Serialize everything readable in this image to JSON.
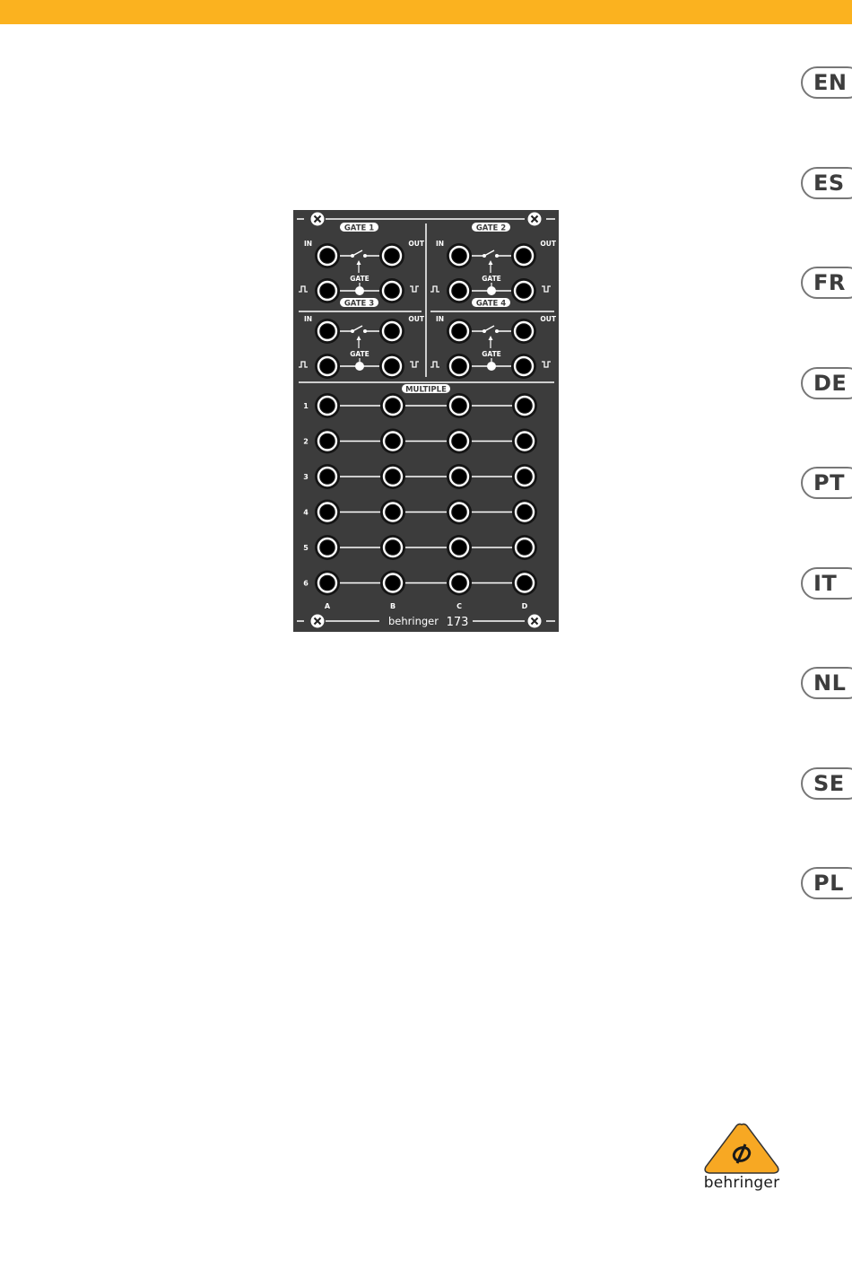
{
  "colors": {
    "accent_bar": "#fbb21f",
    "panel": "#3c3c3c",
    "panel_ink": "#ffffff",
    "tab_border": "#777777",
    "tab_text": "#3d3d3d",
    "logo_triangle": "#f7a823"
  },
  "language_tabs": [
    "EN",
    "ES",
    "FR",
    "DE",
    "PT",
    "IT",
    "NL",
    "SE",
    "PL"
  ],
  "panel": {
    "gates": [
      {
        "title": "GATE 1",
        "in_label": "IN",
        "out_label": "OUT",
        "gate_label": "GATE"
      },
      {
        "title": "GATE 2",
        "in_label": "IN",
        "out_label": "OUT",
        "gate_label": "GATE"
      },
      {
        "title": "GATE 3",
        "in_label": "IN",
        "out_label": "OUT",
        "gate_label": "GATE"
      },
      {
        "title": "GATE 4",
        "in_label": "IN",
        "out_label": "OUT",
        "gate_label": "GATE"
      }
    ],
    "multiple_title": "MULTIPLE",
    "row_labels": [
      "1",
      "2",
      "3",
      "4",
      "5",
      "6"
    ],
    "column_labels": [
      "A",
      "B",
      "C",
      "D"
    ],
    "brand": "behringer",
    "model": "173"
  },
  "logo": {
    "icon": "behringer-triangle-logo",
    "text": "behringer"
  }
}
